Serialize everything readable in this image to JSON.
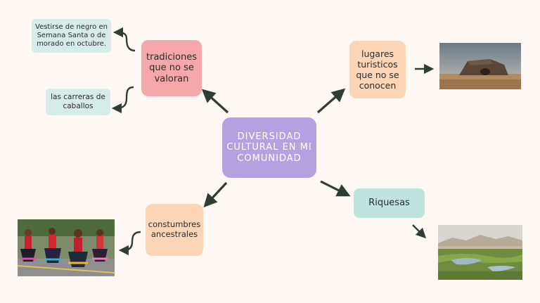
{
  "central": {
    "label": "DIVERSIDAD CULTURAL EN MI COMUNIDAD"
  },
  "branches": {
    "tradiciones": "tradiciones que no se valoran",
    "lugares": "lugares turisticos que no se conocen",
    "costumbres": "constumbres ancestrales",
    "riquesas": "Riquesas"
  },
  "details": {
    "vestirse": "Vestirse de negro en Semana Santa o de morado en octubre.",
    "carreras": "las carreras de caballos"
  },
  "images": {
    "fortress": "desert-ruins-photo",
    "dancers": "traditional-dancers-photo",
    "wetland": "wetland-landscape-photo"
  },
  "colors": {
    "central": "#b4a2e0",
    "pink": "#f6a7a9",
    "peach": "#fbd5b5",
    "mint": "#bfe4dd",
    "arrow": "#2f3d35"
  }
}
